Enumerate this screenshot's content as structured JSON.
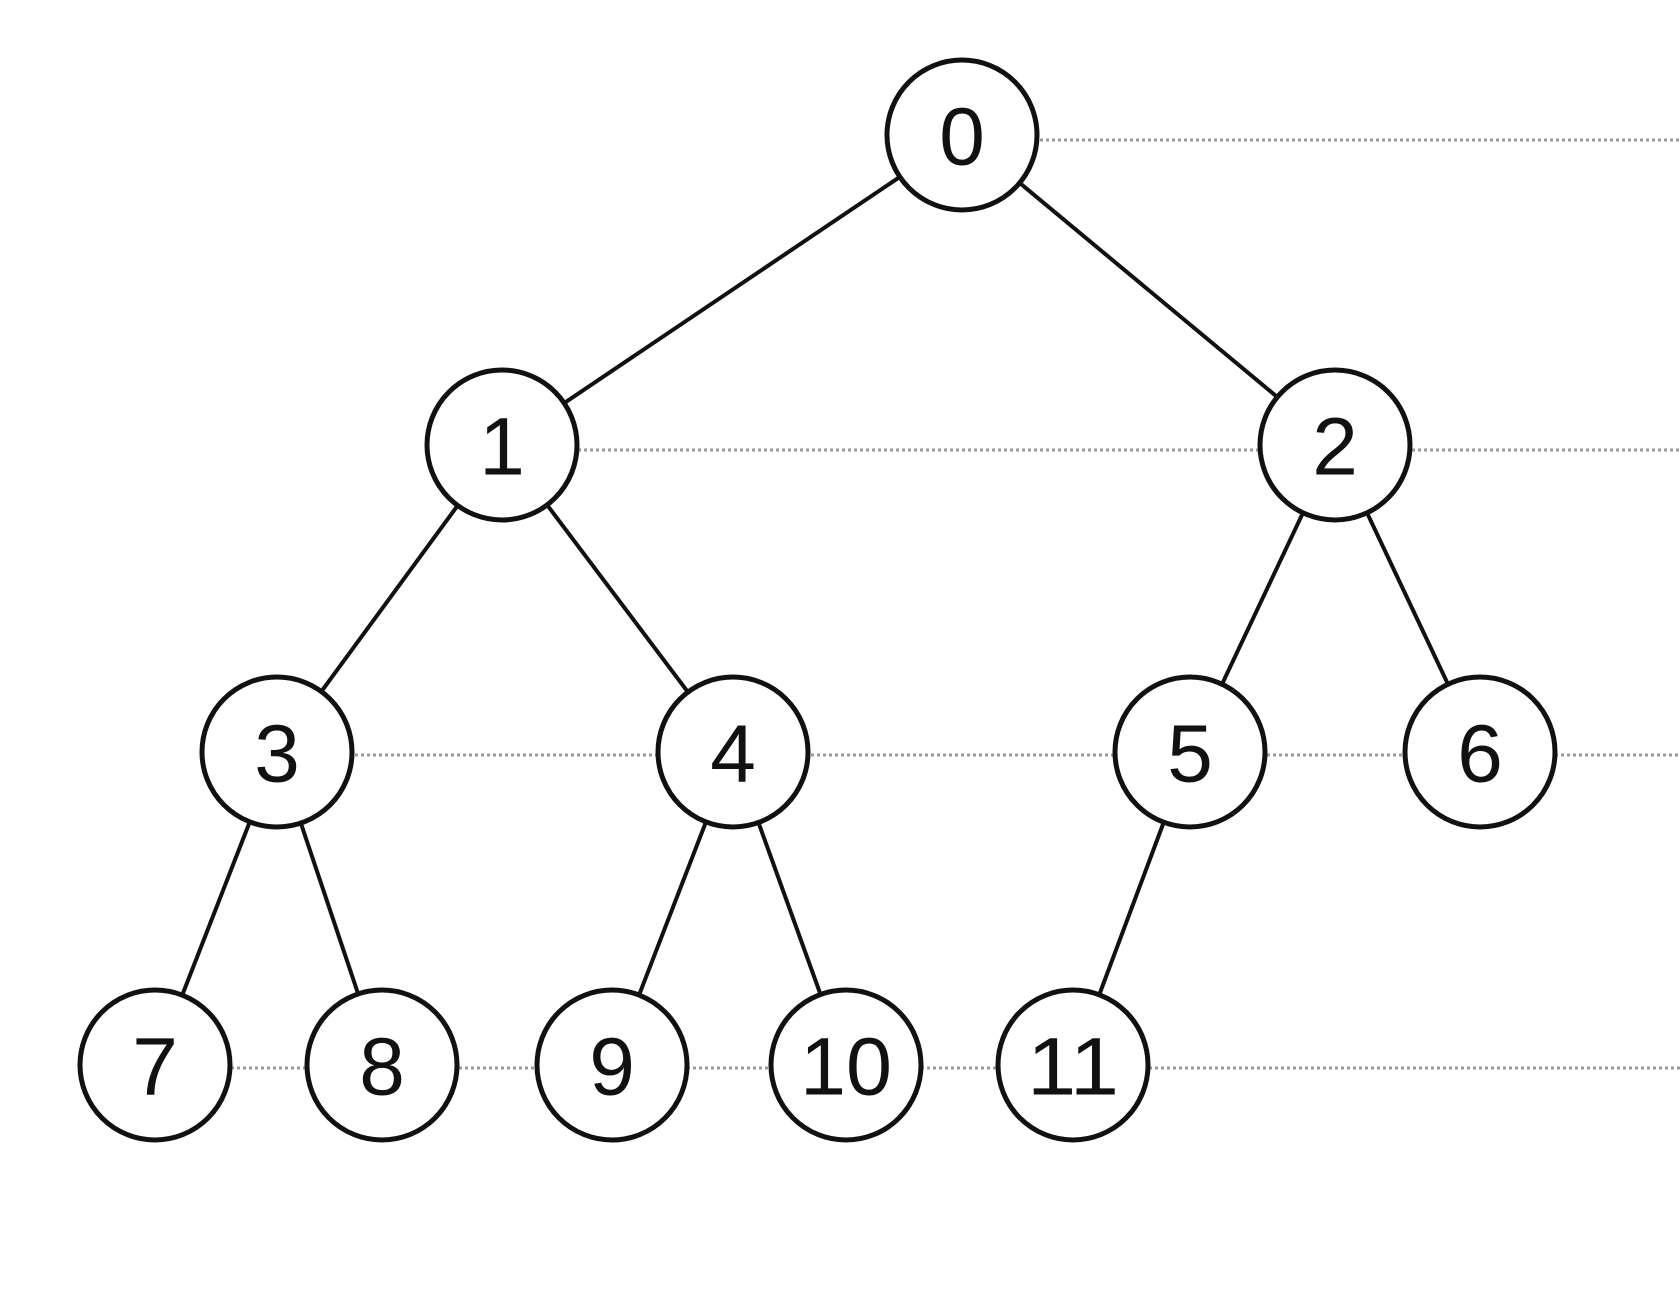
{
  "tree": {
    "nodes": [
      {
        "id": 0,
        "label": "0"
      },
      {
        "id": 1,
        "label": "1"
      },
      {
        "id": 2,
        "label": "2"
      },
      {
        "id": 3,
        "label": "3"
      },
      {
        "id": 4,
        "label": "4"
      },
      {
        "id": 5,
        "label": "5"
      },
      {
        "id": 6,
        "label": "6"
      },
      {
        "id": 7,
        "label": "7"
      },
      {
        "id": 8,
        "label": "8"
      },
      {
        "id": 9,
        "label": "9"
      },
      {
        "id": 10,
        "label": "10"
      },
      {
        "id": 11,
        "label": "11"
      }
    ],
    "edges": [
      [
        0,
        1
      ],
      [
        0,
        2
      ],
      [
        1,
        3
      ],
      [
        1,
        4
      ],
      [
        2,
        5
      ],
      [
        2,
        6
      ],
      [
        3,
        7
      ],
      [
        3,
        8
      ],
      [
        4,
        9
      ],
      [
        4,
        10
      ],
      [
        5,
        11
      ]
    ],
    "colors": {
      "stroke": "#111111",
      "level_line": "#9a9a9a",
      "background": "#ffffff"
    }
  }
}
